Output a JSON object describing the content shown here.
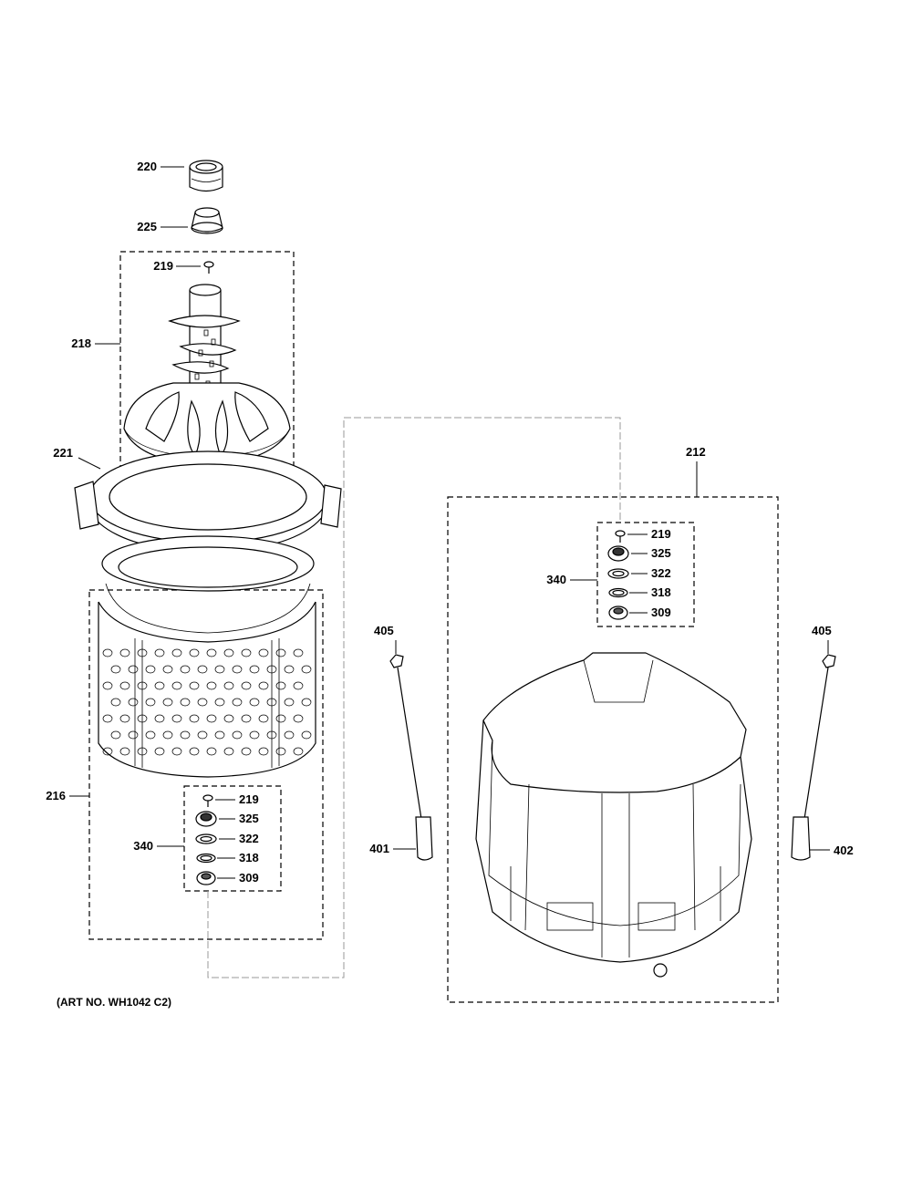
{
  "callouts": {
    "c220": "220",
    "c225": "225",
    "c219_top": "219",
    "c218": "218",
    "c221": "221",
    "c216": "216",
    "c219_left": "219",
    "c325_left": "325",
    "c322_left": "322",
    "c318_left": "318",
    "c309_left": "309",
    "c340_left": "340",
    "c212": "212",
    "c219_right": "219",
    "c325_right": "325",
    "c322_right": "322",
    "c318_right": "318",
    "c309_right": "309",
    "c340_right": "340",
    "c405_left": "405",
    "c401": "401",
    "c405_right": "405",
    "c402": "402"
  },
  "caption": "(ART NO. WH1042 C2)",
  "colors": {
    "line": "#000000",
    "dashed": "#222222",
    "leader": "#9a9a9a",
    "fill": "#ffffff",
    "shade": "#d8d8d8"
  }
}
